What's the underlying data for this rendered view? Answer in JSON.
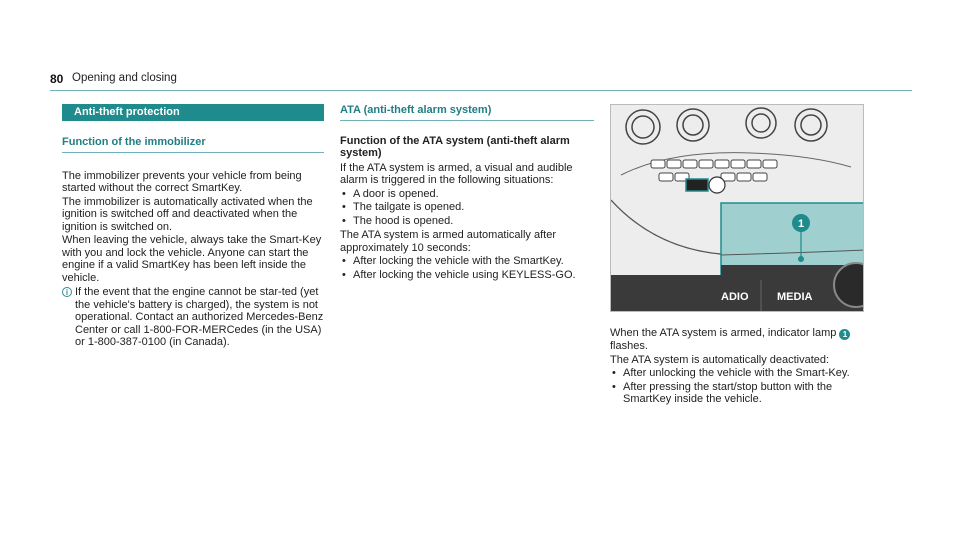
{
  "header": {
    "page_number": "80",
    "title": "Opening and closing"
  },
  "col1": {
    "banner": "Anti-theft protection",
    "subheading": "Function of the immobilizer",
    "paragraphs": [
      "The immobilizer prevents your vehicle from being started without the correct SmartKey.",
      "The immobilizer is automatically activated when the ignition is switched off and deactivated when the ignition is switched on.",
      "When leaving the vehicle, always take the Smart-Key with you and lock the vehicle. Anyone can start the engine if a valid SmartKey has been left inside the vehicle."
    ],
    "note": "If the event that the engine cannot be star-ted (yet the vehicle's battery is charged), the system is not operational. Contact an authorized Mercedes-Benz Center or call 1-800-FOR-MERCedes (in the USA) or 1-800-387-0100 (in Canada).",
    "note_icon": "info-icon"
  },
  "col2": {
    "subheading": "ATA (anti-theft alarm system)",
    "section_title": "Function of the ATA system (anti-theft alarm system)",
    "intro": "If the ATA system is armed, a visual and audible alarm is triggered in the following situations:",
    "triggers": [
      "A door is opened.",
      "The tailgate is opened.",
      "The hood is opened."
    ],
    "auto_arm": "The ATA system is armed automatically after approximately 10 seconds:",
    "arm_conditions": [
      "After locking the vehicle with the SmartKey.",
      "After locking the vehicle using KEYLESS-GO."
    ]
  },
  "col3": {
    "figure": {
      "callout": "1",
      "label_radio": "ADIO",
      "label_media": "MEDIA"
    },
    "armed_text_before": "When the ATA system is armed, indicator lamp",
    "armed_badge": "1",
    "armed_text_after": "flashes.",
    "deact": "The ATA system is automatically deactivated:",
    "deact_conditions": [
      "After unlocking the vehicle with the Smart-Key.",
      "After pressing the start/stop button with the SmartKey inside the vehicle."
    ]
  },
  "colors": {
    "accent": "#1f8b8d",
    "rule": "#6fb2b7"
  }
}
